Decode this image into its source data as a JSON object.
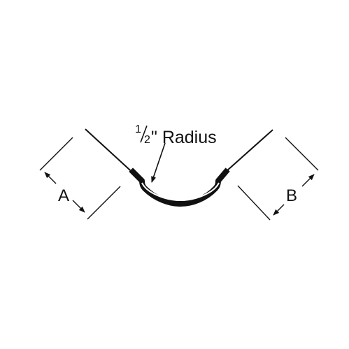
{
  "diagram": {
    "radius_label_frac_num": "1",
    "radius_label_frac_den": "2",
    "radius_label_text": "\" Radius",
    "dimension_a_label": "A",
    "dimension_b_label": "B"
  },
  "colors": {
    "stroke": "#111111",
    "background": "#ffffff"
  }
}
